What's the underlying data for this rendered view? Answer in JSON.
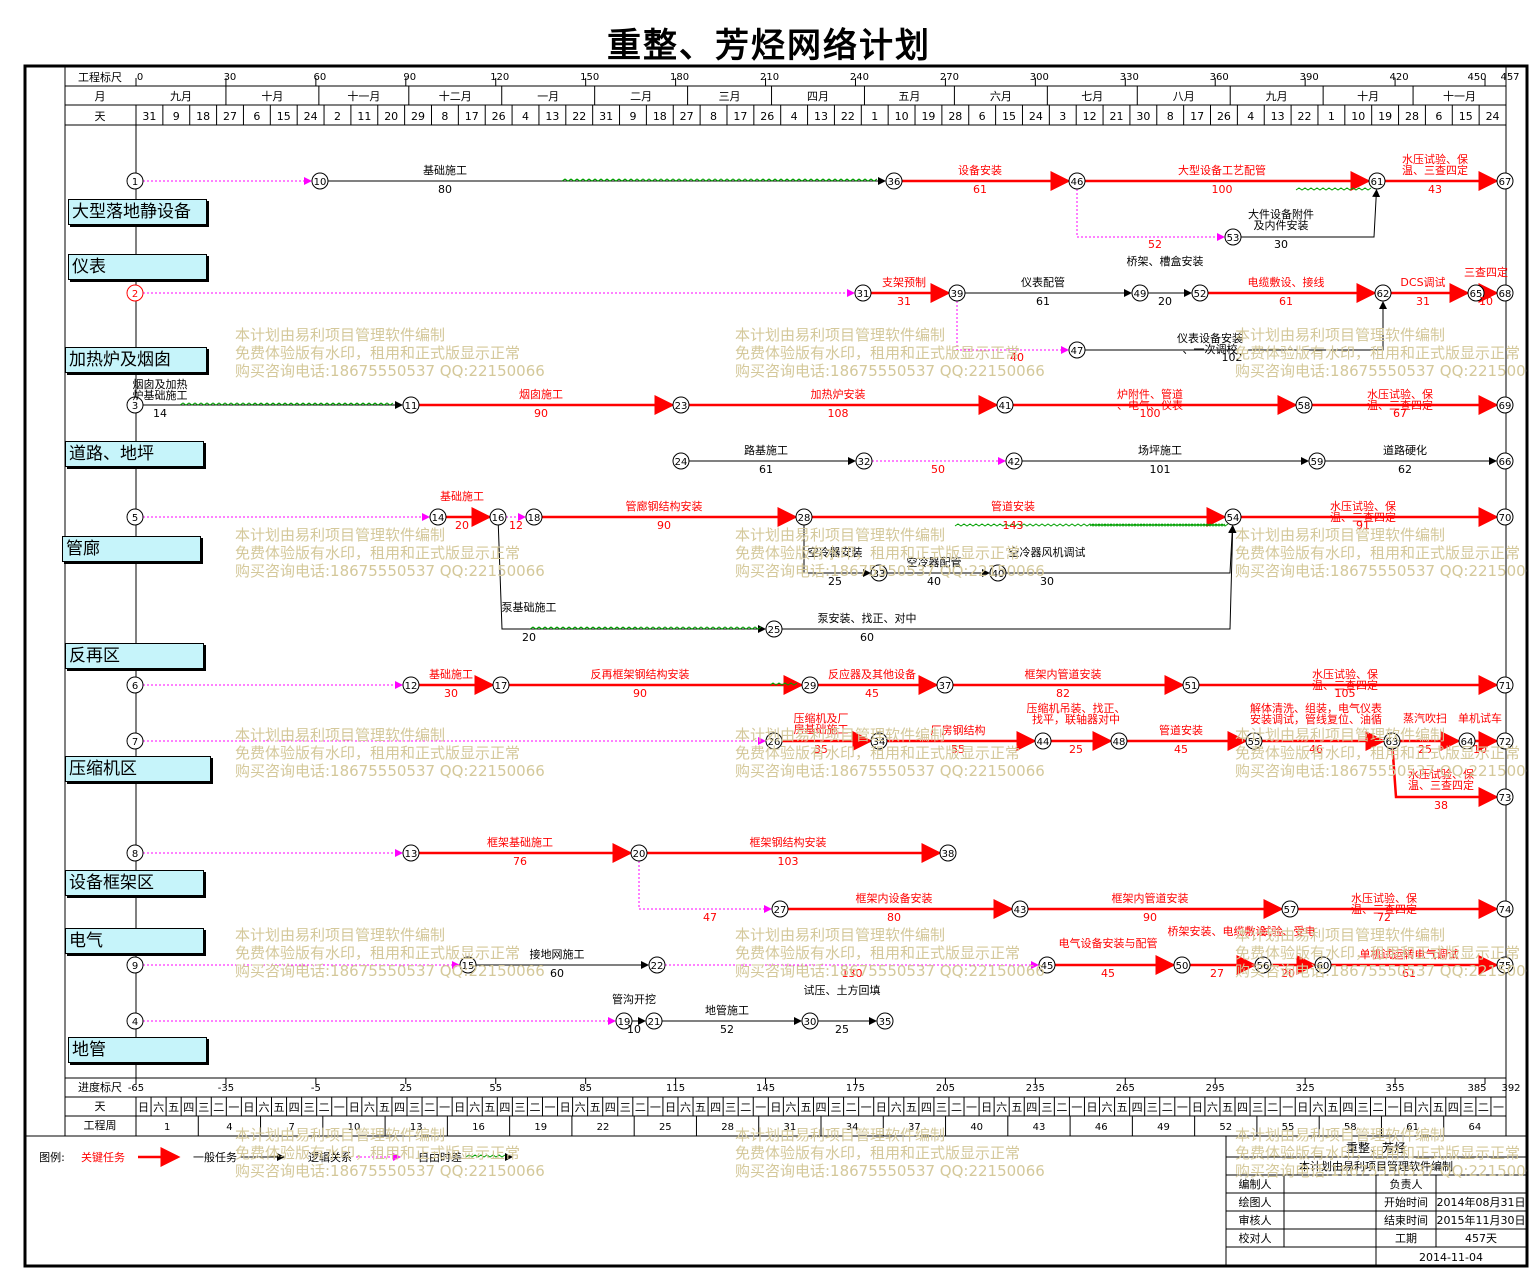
{
  "title": "重整、芳烃网络计划",
  "axis_top": {
    "scale_label": "工程标尺",
    "scale_ticks": [
      "0",
      "30",
      "60",
      "90",
      "120",
      "150",
      "180",
      "210",
      "240",
      "270",
      "300",
      "330",
      "360",
      "390",
      "420",
      "450",
      "457"
    ],
    "month_label": "月",
    "months": [
      "九月",
      "十月",
      "十一月",
      "十二月",
      "一月",
      "二月",
      "三月",
      "四月",
      "五月",
      "六月",
      "七月",
      "八月",
      "九月",
      "十月",
      "十一月"
    ],
    "day_label": "天",
    "days": [
      "31",
      "9",
      "18",
      "27",
      "6",
      "15",
      "24",
      "2",
      "11",
      "20",
      "29",
      "8",
      "17",
      "26",
      "4",
      "13",
      "22",
      "31",
      "9",
      "18",
      "27",
      "8",
      "17",
      "26",
      "4",
      "13",
      "22",
      "1",
      "10",
      "19",
      "28",
      "6",
      "15",
      "24",
      "3",
      "12",
      "21",
      "30",
      "8",
      "17",
      "26",
      "4",
      "13",
      "22",
      "1",
      "10",
      "19",
      "28",
      "6",
      "15",
      "24"
    ]
  },
  "axis_bottom": {
    "progress_label": "进度标尺",
    "progress_ticks": [
      "-65",
      "-35",
      "-5",
      "25",
      "55",
      "85",
      "115",
      "145",
      "175",
      "205",
      "235",
      "265",
      "295",
      "325",
      "355",
      "385",
      "392"
    ],
    "day_label": "天",
    "weekdays": [
      "日",
      "六",
      "五",
      "四",
      "三",
      "二",
      "一"
    ],
    "week_label": "工程周",
    "weeks": [
      "1",
      "4",
      "7",
      "10",
      "13",
      "16",
      "19",
      "22",
      "25",
      "28",
      "31",
      "34",
      "37",
      "40",
      "43",
      "46",
      "49",
      "52",
      "55",
      "58",
      "61",
      "64"
    ]
  },
  "categories": [
    "大型落地静设备",
    "仪表",
    "加热炉及烟囱",
    "道路、地坪",
    "管廊",
    "反再区",
    "压缩机区",
    "设备框架区",
    "电气",
    "地管"
  ],
  "nodes": [
    "1",
    "10",
    "36",
    "46",
    "61",
    "67",
    "53",
    "2",
    "31",
    "39",
    "49",
    "52",
    "62",
    "65",
    "68",
    "47",
    "3",
    "11",
    "23",
    "41",
    "58",
    "69",
    "24",
    "32",
    "42",
    "59",
    "66",
    "5",
    "14",
    "16",
    "18",
    "28",
    "54",
    "70",
    "33",
    "40",
    "25",
    "6",
    "12",
    "17",
    "29",
    "37",
    "51",
    "71",
    "7",
    "26",
    "34",
    "44",
    "48",
    "55",
    "63",
    "64",
    "72",
    "73",
    "8",
    "13",
    "20",
    "38",
    "27",
    "43",
    "57",
    "74",
    "9",
    "15",
    "22",
    "45",
    "50",
    "56",
    "60",
    "75",
    "4",
    "19",
    "21",
    "30",
    "35"
  ],
  "tasks": [
    {
      "name": "基础施工",
      "dur": "80"
    },
    {
      "name": "设备安装",
      "dur": "61"
    },
    {
      "name": "大型设备工艺配管",
      "dur": "100"
    },
    {
      "name": "水压试验、保温、三查四定",
      "dur": "43"
    },
    {
      "name": "大件设备附件及内件安装",
      "dur": "30"
    },
    {
      "name": "",
      "dur": "52"
    },
    {
      "name": "支架预制",
      "dur": "31"
    },
    {
      "name": "仪表配管",
      "dur": "61"
    },
    {
      "name": "桥架、槽盒安装",
      "dur": "20"
    },
    {
      "name": "电缆敷设、接线",
      "dur": "61"
    },
    {
      "name": "DCS调试",
      "dur": "31"
    },
    {
      "name": "三查四定",
      "dur": "10"
    },
    {
      "name": "仪表设备安装、一次调校",
      "dur": "102"
    },
    {
      "name": "",
      "dur": "40"
    },
    {
      "name": "烟囱及加热炉基础施工",
      "dur": "14"
    },
    {
      "name": "烟囱施工",
      "dur": "90"
    },
    {
      "name": "加热炉安装",
      "dur": "108"
    },
    {
      "name": "炉附件、管道、电气、仪表",
      "dur": "100"
    },
    {
      "name": "水压试验、保温、三查四定",
      "dur": "67"
    },
    {
      "name": "路基施工",
      "dur": "61"
    },
    {
      "name": "",
      "dur": "50"
    },
    {
      "name": "场坪施工",
      "dur": "101"
    },
    {
      "name": "道路硬化",
      "dur": "62"
    },
    {
      "name": "基础施工",
      "dur": "20"
    },
    {
      "name": "",
      "dur": "12"
    },
    {
      "name": "管廊钢结构安装",
      "dur": "90"
    },
    {
      "name": "管道安装",
      "dur": "143"
    },
    {
      "name": "水压试验、保温、三查四定",
      "dur": "91"
    },
    {
      "name": "空冷器安装",
      "dur": "25"
    },
    {
      "name": "空冷器配管",
      "dur": "40"
    },
    {
      "name": "空冷器风机调试",
      "dur": "30"
    },
    {
      "name": "泵基础施工",
      "dur": "20"
    },
    {
      "name": "泵安装、找正、对中",
      "dur": "60"
    },
    {
      "name": "基础施工",
      "dur": "30"
    },
    {
      "name": "反再框架钢结构安装",
      "dur": "90"
    },
    {
      "name": "反应器及其他设备",
      "dur": "45"
    },
    {
      "name": "框架内管道安装",
      "dur": "82"
    },
    {
      "name": "水压试验、保温、三查四定",
      "dur": "105"
    },
    {
      "name": "压缩机及厂房基础施工",
      "dur": "35"
    },
    {
      "name": "厂房钢结构",
      "dur": "55"
    },
    {
      "name": "压缩机吊装、找正、找平，联轴器对中",
      "dur": "25"
    },
    {
      "name": "管道安装",
      "dur": "45"
    },
    {
      "name": "解体清洗、组装，电气仪表安装调试，管线复位、油循",
      "dur": "46"
    },
    {
      "name": "蒸汽吹扫",
      "dur": "25"
    },
    {
      "name": "单机试车",
      "dur": "10"
    },
    {
      "name": "水压试验、保温、三查四定",
      "dur": "38"
    },
    {
      "name": "框架基础施工",
      "dur": "76"
    },
    {
      "name": "框架钢结构安装",
      "dur": "103"
    },
    {
      "name": "",
      "dur": "47"
    },
    {
      "name": "框架内设备安装",
      "dur": "80"
    },
    {
      "name": "框架内管道安装",
      "dur": "90"
    },
    {
      "name": "水压试验、保温、三查四定",
      "dur": "72"
    },
    {
      "name": "接地网施工",
      "dur": "60"
    },
    {
      "name": "",
      "dur": "130"
    },
    {
      "name": "电气设备安装与配管",
      "dur": "45"
    },
    {
      "name": "桥架安装、电缆敷设",
      "dur": "27"
    },
    {
      "name": "试验、受电",
      "dur": "20"
    },
    {
      "name": "单机试运转电气调试",
      "dur": "61"
    },
    {
      "name": "管沟开挖",
      "dur": "10"
    },
    {
      "name": "地管施工",
      "dur": "52"
    },
    {
      "name": "试压、土方回填",
      "dur": "25"
    }
  ],
  "watermark": [
    "本计划由易利项目管理软件编制",
    "免费体验版有水印，租用和正式版显示正常",
    "购买咨询电话:18675550537 QQ:22150066"
  ],
  "legend": {
    "label": "图例:",
    "critical": "关键任务",
    "normal": "一般任务",
    "logic": "逻辑关系",
    "float": "自由时差"
  },
  "title_block": {
    "project": "重整、芳烃",
    "software": "本计划由易利项目管理软件编制",
    "editor": "编制人",
    "owner": "负责人",
    "drawer": "绘图人",
    "start_label": "开始时间",
    "start": "2014年08月31日",
    "reviewer": "审核人",
    "end_label": "结束时间",
    "end": "2015年11月30日",
    "checker": "校对人",
    "duration_label": "工期",
    "duration": "457天",
    "date": "2014-11-04"
  },
  "colors": {
    "critical": "#ff0000",
    "normal": "#000000",
    "float": "#00a000",
    "logic": "#ff00ff",
    "category_bg": "#c6f4fa"
  }
}
